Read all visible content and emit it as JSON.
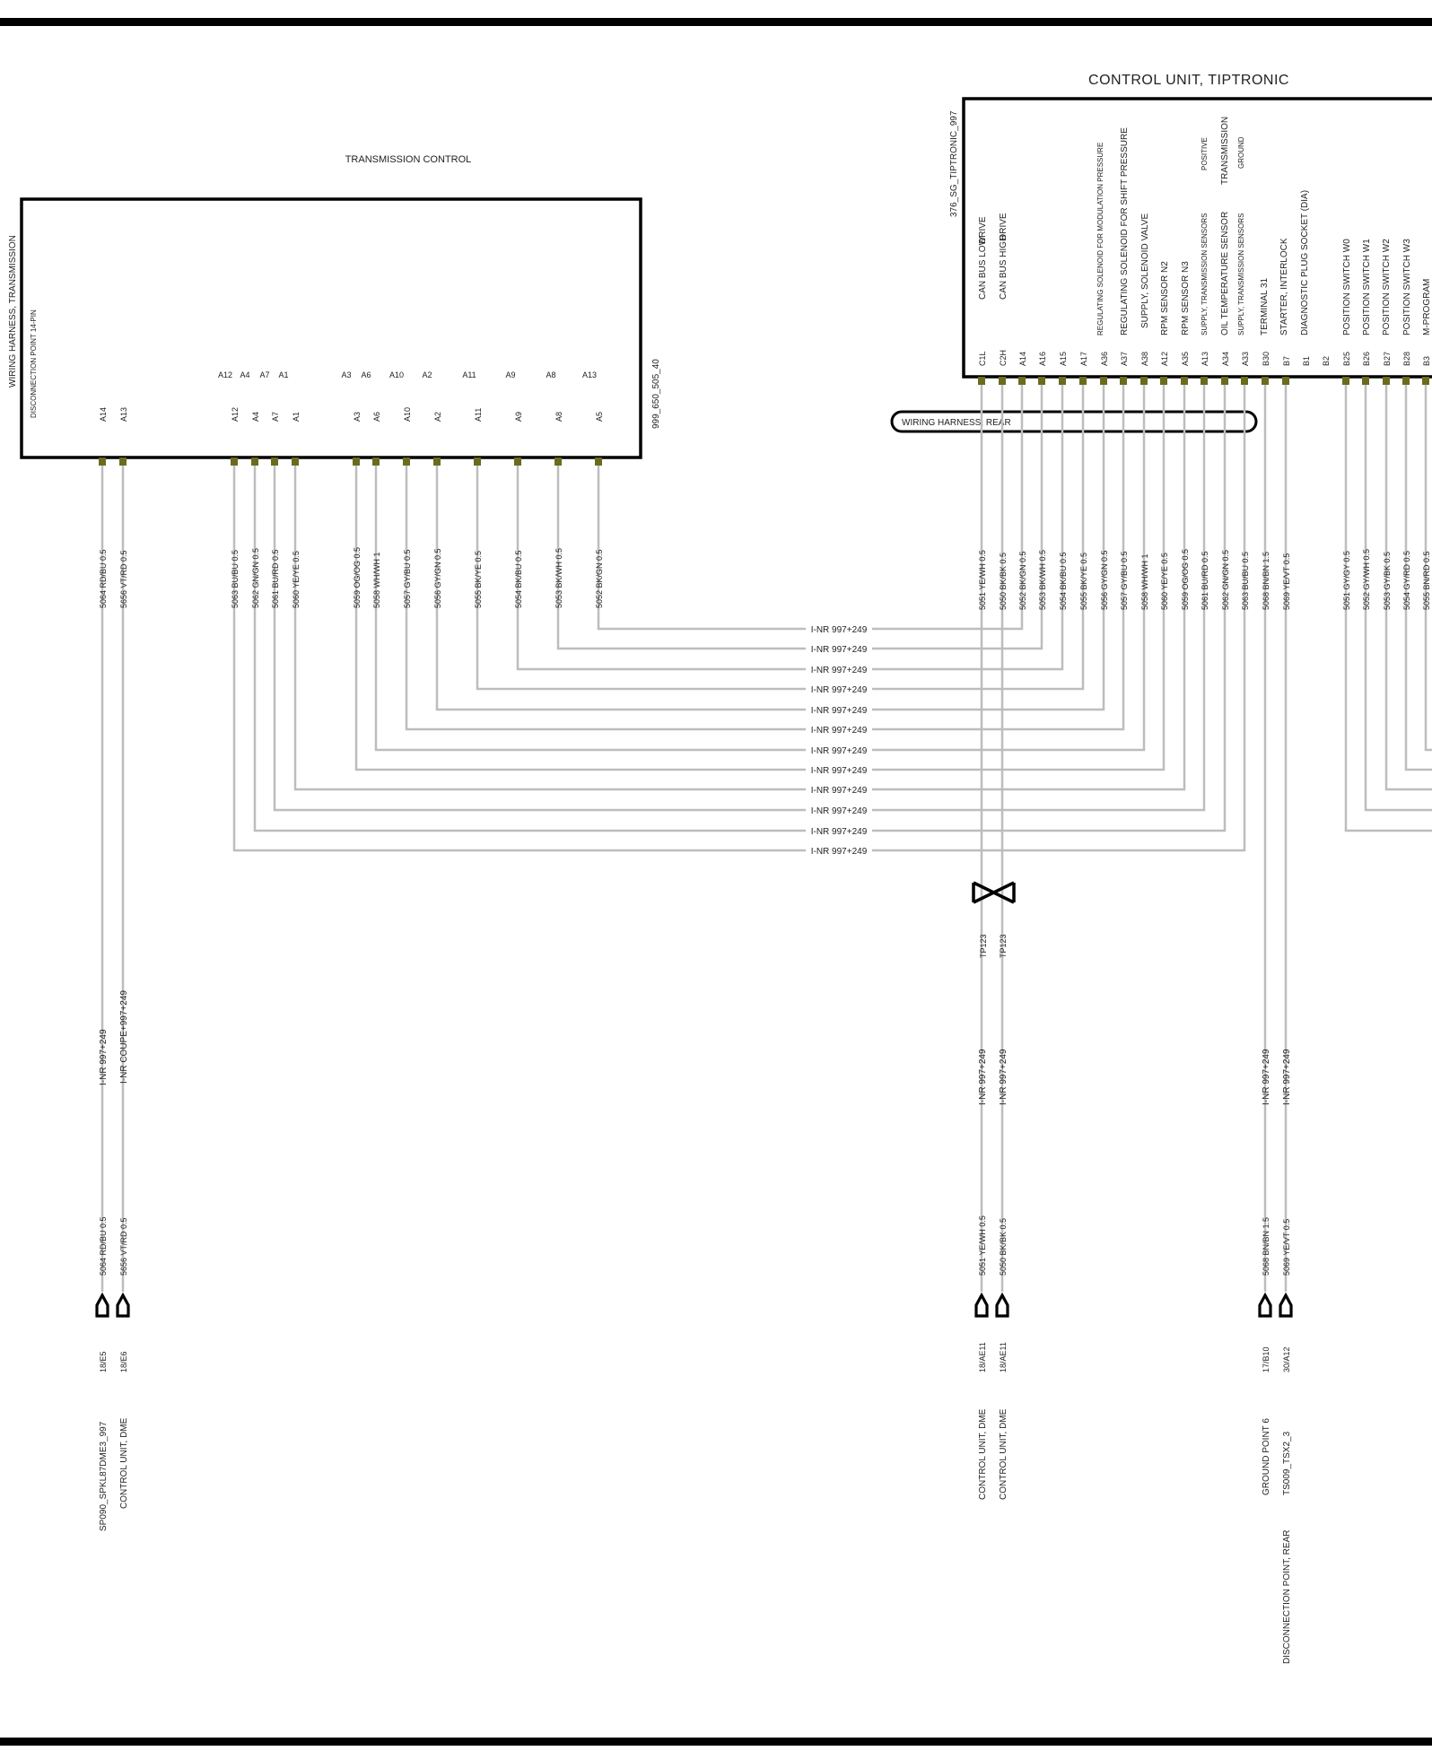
{
  "diagram": {
    "transmission_control": {
      "title": "TRANSMISSION CONTROL",
      "side_label": "WIRING HARNESS, TRANSMISSION",
      "side_sublabel": "DISCONNECTION POINT 14-PIN",
      "ref": "999_650_505_40",
      "top_pins": [
        "A12",
        "A4",
        "A7",
        "A1",
        "A3",
        "A6",
        "A10",
        "A2",
        "A11",
        "A9",
        "A8",
        "A13"
      ],
      "pins": [
        "A14",
        "A13",
        "A12",
        "A4",
        "A7",
        "A1",
        "A3",
        "A6",
        "A10",
        "A2",
        "A11",
        "A9",
        "A8",
        "A5"
      ]
    },
    "control_unit": {
      "title": "CONTROL UNIT, TIPTRONIC",
      "ref": "376_SG_TIPTRONIC_997",
      "pins": [
        "C1L",
        "C2H",
        "A14",
        "A16",
        "A15",
        "A17",
        "A36",
        "A37",
        "A38",
        "A12",
        "A35",
        "A13",
        "A34",
        "A33",
        "B30",
        "B7",
        "B1",
        "B2",
        "B25",
        "B26",
        "B27",
        "B28",
        "B3"
      ],
      "descriptions": [
        "CAN BUS LOW",
        "CAN BUS HIGH",
        "REGULATING SOLENOID FOR MODULATION PRESSURE",
        "REGULATING SOLENOID FOR SHIFT PRESSURE",
        "SUPPLY, SOLENOID VALVE",
        "RPM SENSOR N2",
        "RPM SENSOR N3",
        "SUPPLY, TRANSMISSION SENSORS",
        "POSITIVE",
        "OIL TEMPERATURE SENSOR",
        "TRANSMISSION",
        "SUPPLY, TRANSMISSION SENSORS",
        "GROUND",
        "TERMINAL 31",
        "STARTER, INTERLOCK",
        "DIAGNOSTIC PLUG SOCKET (DIA)",
        "POSITION SWITCH W0",
        "POSITION SWITCH W1",
        "POSITION SWITCH W2",
        "POSITION SWITCH W3",
        "M-PROGRAM"
      ],
      "drive_label": "DRIVE"
    },
    "harness_rear_label": "WIRING HARNESS, REAR",
    "left_wires": [
      "5064 RD/BU 0.5",
      "5656 VT/RD 0.5",
      "5063 BU/BU 0.5",
      "5062 GN/GN 0.5",
      "5061 BU/RD 0.5",
      "5060 YE/YE 0.5",
      "5059 OG/OG 0.5",
      "5058 WH/WH 1",
      "5057 GY/BU 0.5",
      "5056 GY/GN 0.5",
      "5055 BK/YE 0.5",
      "5054 BK/BU 0.5",
      "5053 BK/WH 0.5",
      "5052 BK/GN 0.5"
    ],
    "right_wires": [
      "5051 YE/WH 0.5",
      "5050 BK/BK 0.5",
      "5052 BK/GN 0.5",
      "5053 BK/WH 0.5",
      "5054 BK/BU 0.5",
      "5055 BK/YE 0.5",
      "5056 GY/GN 0.5",
      "5057 GY/BU 0.5",
      "5058 WH/WH 1",
      "5060 YE/YE 0.5",
      "5059 OG/OG 0.5",
      "5061 BU/RD 0.5",
      "5062 GN/GN 0.5",
      "5063 BU/BU 0.5",
      "5068 BN/BN 1.5",
      "5069 YE/VT 0.5"
    ],
    "switch_wires": [
      "5051 GY/GY 0.5",
      "5052 GY/WH 0.5",
      "5053 GY/BK 0.5",
      "5054 GY/RD 0.5",
      "5055 BN/RD 0.5"
    ],
    "inr_label": "I-NR 997+249",
    "inr_coupe_label": "I-NR COUPE+997+249",
    "twisted_pair_label": "TP123",
    "bottom_wires": [
      "5064 RD/BU 0.5",
      "5656 VT/RD 0.5",
      "5051 YE/WH 0.5",
      "5050 BK/BK 0.5",
      "5068 BN/BN 1.5",
      "5069 YE/VT 0.5"
    ],
    "terminal_refs": [
      "18/E5",
      "18/E6",
      "18/AE11",
      "18/AE11",
      "17/B10",
      "30/A12"
    ],
    "destinations": [
      "SP090_SPKL87DME3_997",
      "CONTROL UNIT, DME",
      "CONTROL UNIT, DME",
      "CONTROL UNIT, DME",
      "GROUND POINT 6",
      "TS009_TSX2_3",
      "DISCONNECTION POINT, REAR"
    ]
  }
}
